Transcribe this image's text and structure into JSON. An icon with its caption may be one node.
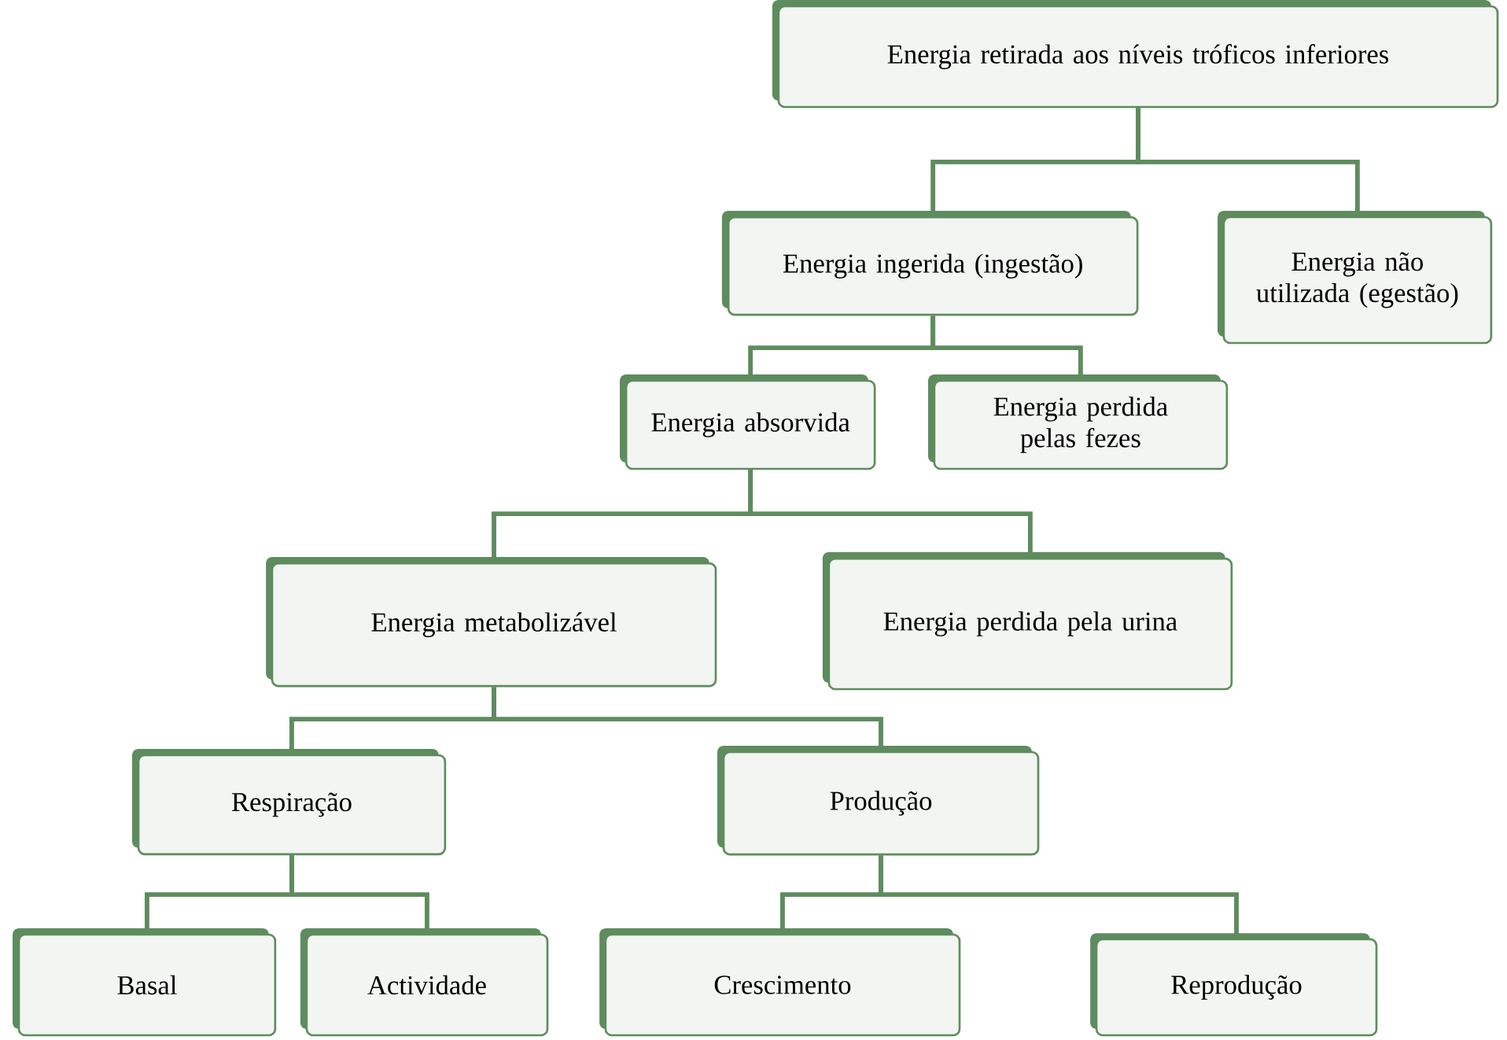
{
  "diagram": {
    "nodes": [
      {
        "text": [
          "Energia retirada aos níveis tróficos inferiores"
        ]
      },
      {
        "text": [
          "Energia ingerida (ingestão)"
        ]
      },
      {
        "text": [
          "Energia não utilizada (egestão)"
        ]
      },
      {
        "text": [
          "Energia absorvida"
        ]
      },
      {
        "text": [
          "Energia perdida pelas fezes"
        ]
      },
      {
        "text": [
          "Energia metabolizável"
        ]
      },
      {
        "text": [
          "Energia perdida pela urina"
        ]
      },
      {
        "text": [
          "Respiração"
        ]
      },
      {
        "text": [
          "Produção"
        ]
      },
      {
        "text": [
          "Basal"
        ]
      },
      {
        "text": [
          "Actividade"
        ]
      },
      {
        "text": [
          "Crescimento"
        ]
      },
      {
        "text": [
          "Reprodução"
        ]
      }
    ],
    "edges": [
      {
        "from": 0,
        "to": 1,
        "arrow": "none"
      },
      {
        "from": 0,
        "to": 2,
        "arrow": "none"
      },
      {
        "from": 1,
        "to": 3,
        "arrow": "none"
      },
      {
        "from": 1,
        "to": 4,
        "arrow": "none"
      },
      {
        "from": 3,
        "to": 5,
        "arrow": "none"
      },
      {
        "from": 3,
        "to": 6,
        "arrow": "none"
      },
      {
        "from": 5,
        "to": 7,
        "arrow": "none"
      },
      {
        "from": 5,
        "to": 8,
        "arrow": "none"
      },
      {
        "from": 7,
        "to": 9,
        "arrow": "none"
      },
      {
        "from": 7,
        "to": 10,
        "arrow": "none"
      },
      {
        "from": 8,
        "to": 11,
        "arrow": "none"
      },
      {
        "from": 8,
        "to": 12,
        "arrow": "none"
      }
    ]
  }
}
